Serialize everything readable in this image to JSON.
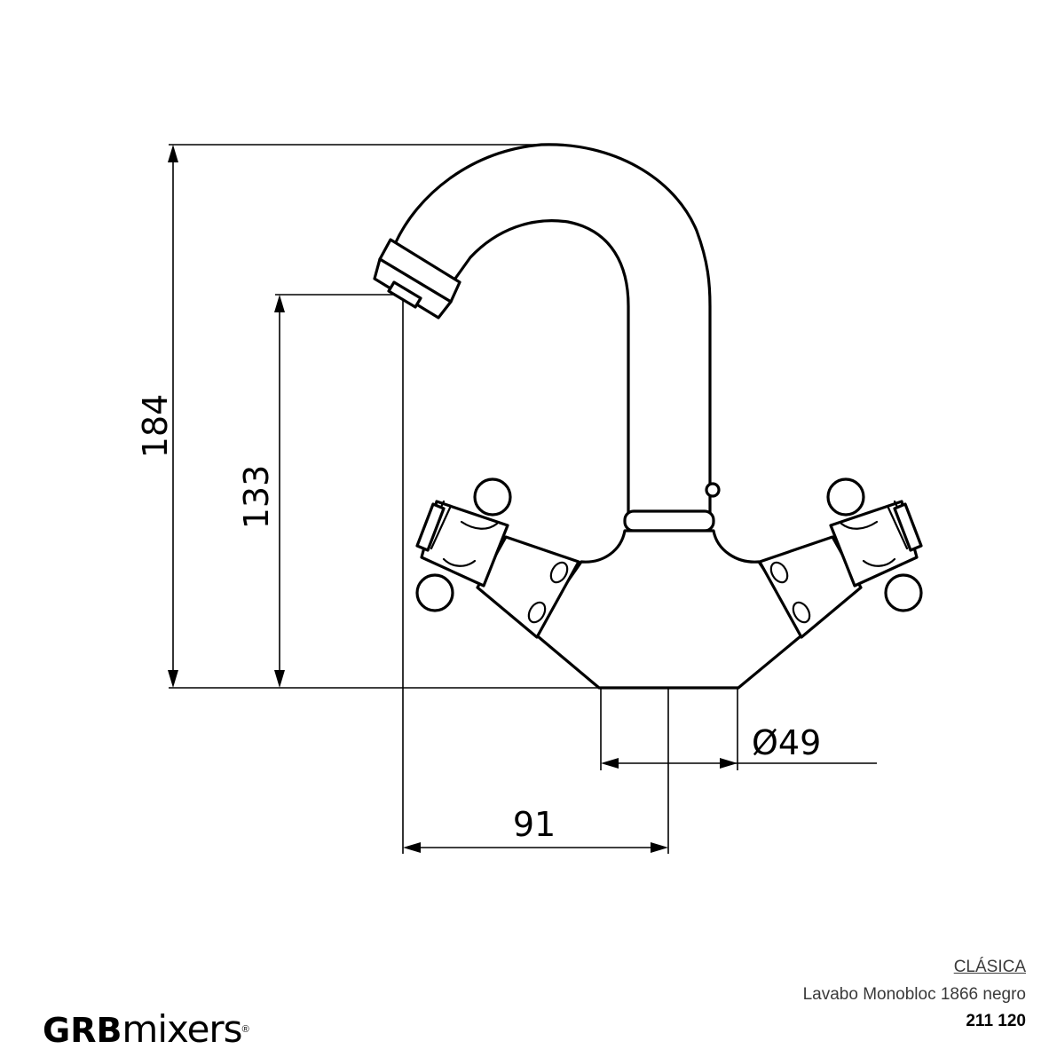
{
  "dimensions": {
    "total_height": "184",
    "spout_height": "133",
    "base_diameter": "Ø49",
    "spout_reach": "91"
  },
  "footer": {
    "series": "CLÁSICA",
    "product": "Lavabo Monobloc 1866 negro",
    "code": "211 120"
  },
  "logo": {
    "brand": "GRB",
    "sub": "mixers",
    "mark": "®"
  }
}
